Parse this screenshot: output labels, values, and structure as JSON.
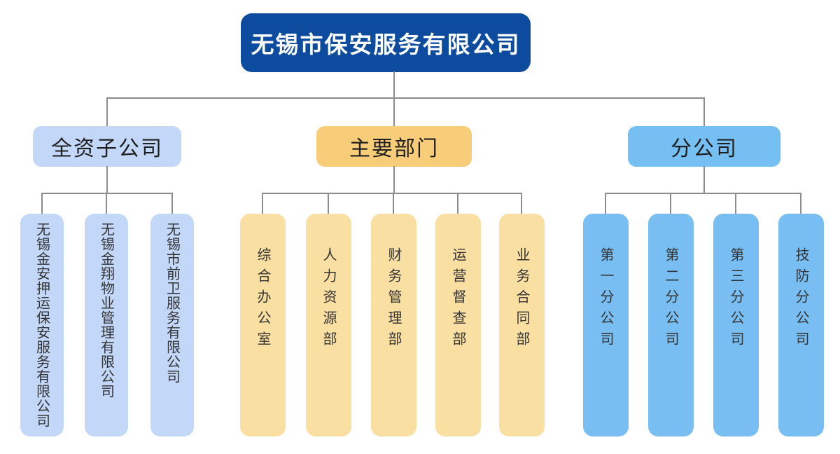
{
  "root": {
    "label": "无锡市保安服务有限公司"
  },
  "groups": [
    {
      "header": "全资子公司",
      "children": [
        "无锡金安押运保安服务有限公司",
        "无锡金翔物业管理有限公司",
        "无锡市前卫服务有限公司"
      ]
    },
    {
      "header": "主要部门",
      "children": [
        "综合办公室",
        "人力资源部",
        "财务管理部",
        "运营督查部",
        "业务合同部"
      ]
    },
    {
      "header": "分公司",
      "children": [
        "第一分公司",
        "第二分公司",
        "第三分公司",
        "技防分公司"
      ]
    }
  ],
  "colors": {
    "root_bg": "#0d4b9f",
    "root_text": "#ffffff",
    "group_a_bg": "#c3d7f8",
    "group_b_header_bg": "#f8cd79",
    "group_b_child_bg": "#fadfa3",
    "group_c_header_bg": "#76bff2",
    "group_c_child_bg": "#79bef2",
    "connector": "#8c8c8c",
    "node_text": "#333333"
  }
}
